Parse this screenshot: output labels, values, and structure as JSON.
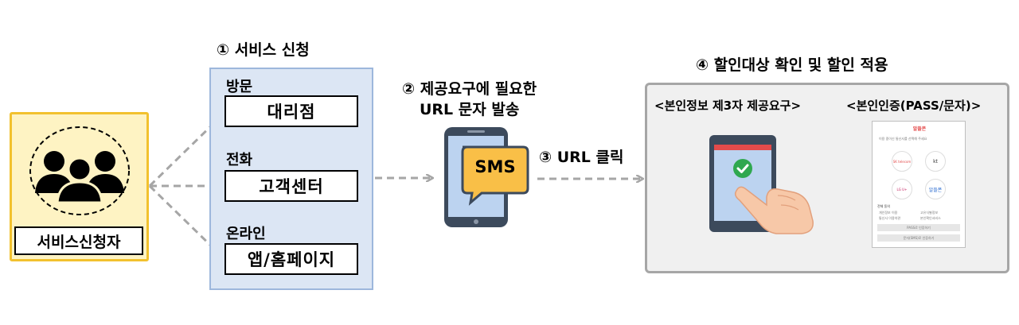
{
  "applicant": {
    "label": "서비스신청자",
    "icon": "people-group-icon"
  },
  "service": {
    "title": "① 서비스 신청",
    "channels": [
      {
        "category": "방문",
        "item": "대리점"
      },
      {
        "category": "전화",
        "item": "고객센터"
      },
      {
        "category": "온라인",
        "item": "앱/홈페이지"
      }
    ]
  },
  "steps": {
    "step2_line1": "② 제공요구에 필요한",
    "step2_line2": "URL 문자 발송",
    "sms_label": "SMS",
    "step3": "③ URL 클릭",
    "step4": "④ 할인대상 확인 및 할인 적용"
  },
  "result": {
    "consent_label": "<본인정보 제3자 제공요구>",
    "auth_label": "<본인인증(PASS/문자)>",
    "auth_screen": {
      "brand": "알뜰폰",
      "heading": "이용 중이신 통신사를 선택해 주세요",
      "carriers": [
        "SK telecom",
        "kt",
        "LG U+",
        "알뜰폰"
      ],
      "agree_all": "전체 동의",
      "agree_items": [
        "개인정보 이용",
        "고유식별정보",
        "통신사 이용약관",
        "본인확인서비스"
      ],
      "btn_primary": "PASS로 인증하기",
      "btn_secondary": "문자(SMS)로 인증하기"
    }
  },
  "colors": {
    "applicant_fill": "#fef3c3",
    "applicant_border": "#f2c12e",
    "service_fill": "#dce6f4",
    "sms_bubble": "#f9bf47",
    "arrow": "#a6a6a6",
    "check_green": "#2fa84f"
  }
}
